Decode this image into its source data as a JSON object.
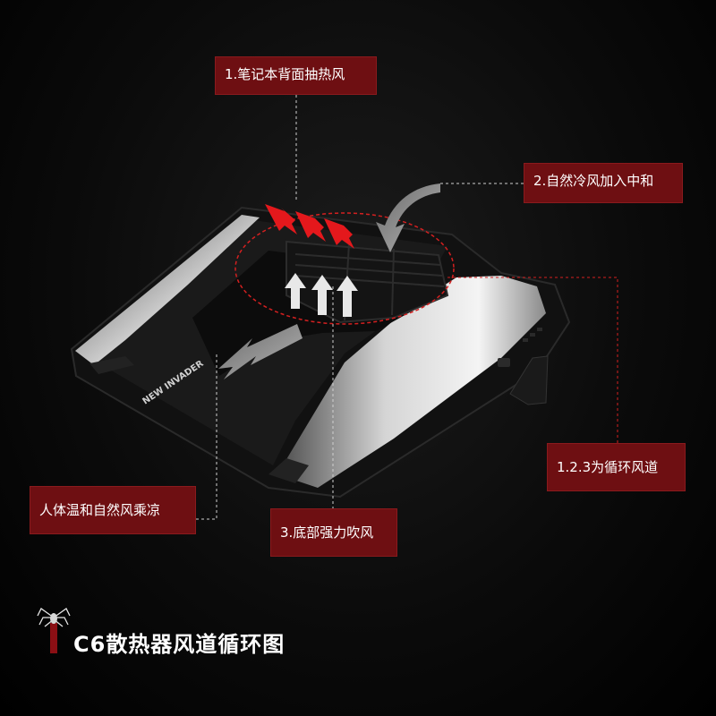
{
  "callouts": {
    "exhaust": "1.笔记本背面抽热风",
    "cool_air": "2.自然冷风加入中和",
    "cycle": "1.2.3为循环风道",
    "body_temp": "人体温和自然风乘凉",
    "bottom_blow": "3.底部强力吹风"
  },
  "product_badge": "NEW INVADER",
  "caption": "C6散热器风道循环图",
  "colors": {
    "callout_bg": "#6e0f12",
    "arrow_red": "#e4181c",
    "arrow_grey": "#8f8f8f",
    "highlight_ring": "#d42020",
    "leader_white": "#cfcfcf",
    "leader_red": "#d42020"
  },
  "icons": [
    "spider-logo-icon",
    "red-heat-arrow-icon",
    "grey-air-arrow-icon"
  ]
}
